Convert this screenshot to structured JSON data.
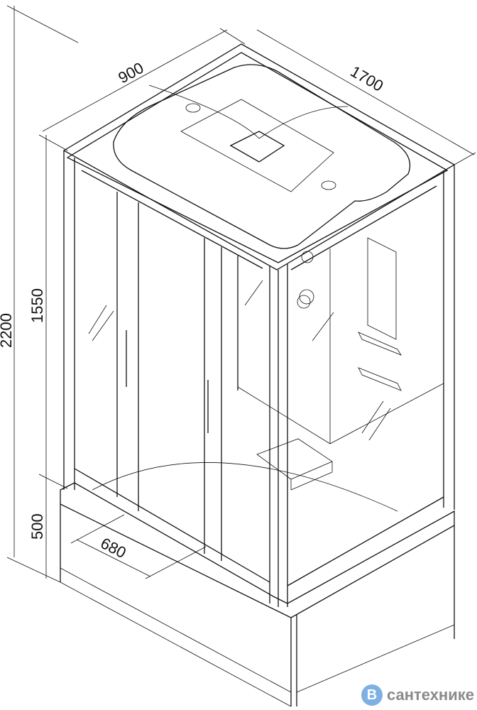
{
  "dimensions": {
    "width": "900",
    "depth": "1700",
    "total_height": "2200",
    "cabin_height": "1550",
    "tray_height": "500",
    "door_width": "680"
  },
  "watermark": {
    "letter": "В",
    "text": "сантехнике"
  }
}
